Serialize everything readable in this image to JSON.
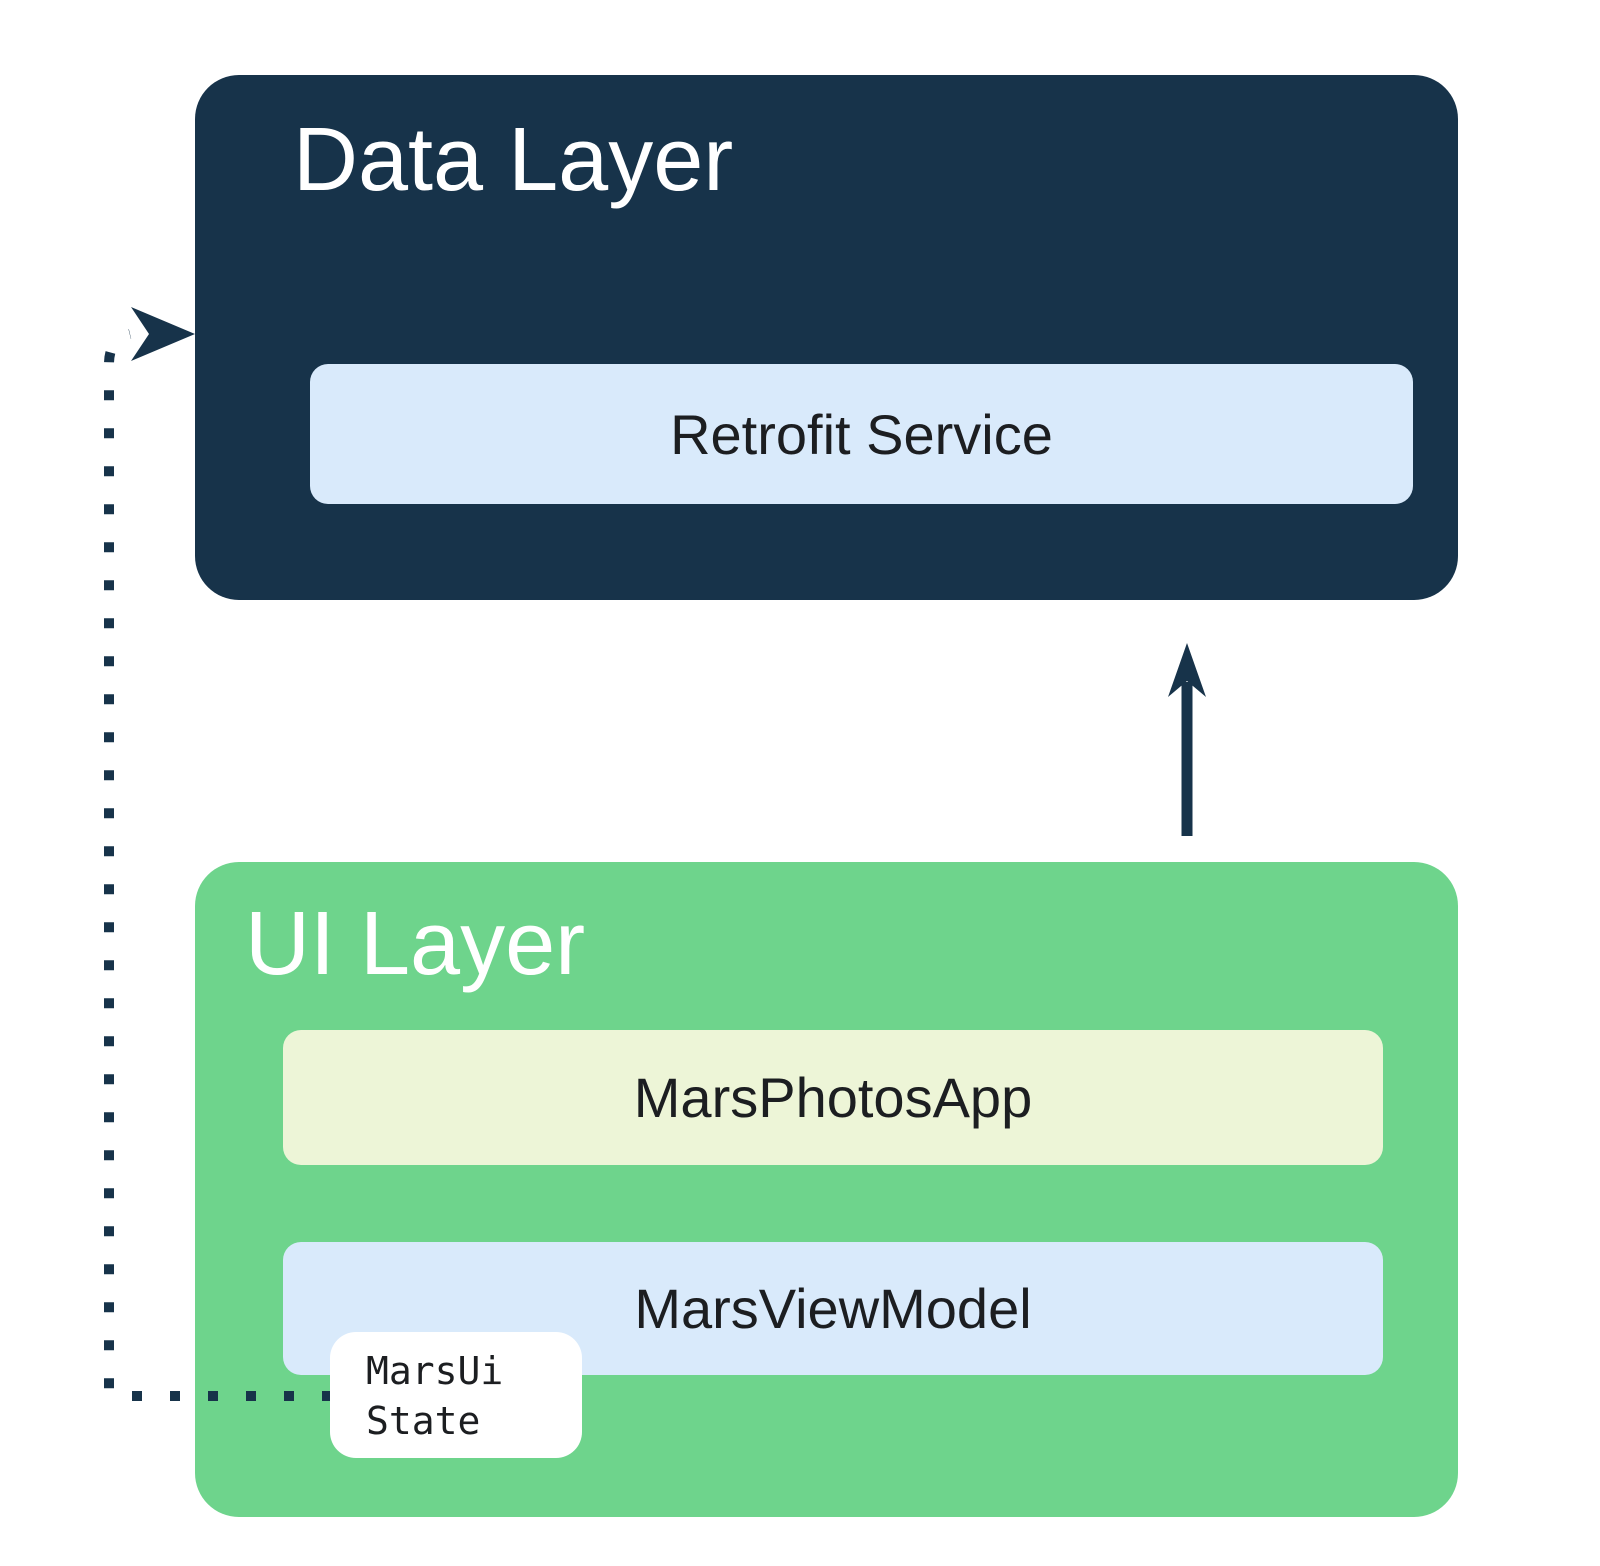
{
  "data_layer": {
    "title": "Data Layer",
    "retrofit_service": {
      "label": "Retrofit Service"
    }
  },
  "ui_layer": {
    "title": "UI Layer",
    "mars_photos_app": {
      "label": "MarsPhotosApp"
    },
    "mars_view_model": {
      "label": "MarsViewModel"
    },
    "mars_ui_state": {
      "line1": "MarsUi",
      "line2": "State"
    }
  },
  "icons": {
    "up_arrow": "solid-up-arrow",
    "dotted_arrow": "dotted-right-arrow"
  },
  "colors": {
    "navy": "#17334a",
    "green": "#6ed48c",
    "light_blue": "#d9eafb",
    "cream": "#edf5d7",
    "white": "#ffffff",
    "text_dark": "#1c1e21",
    "text_light": "#ffffff"
  }
}
